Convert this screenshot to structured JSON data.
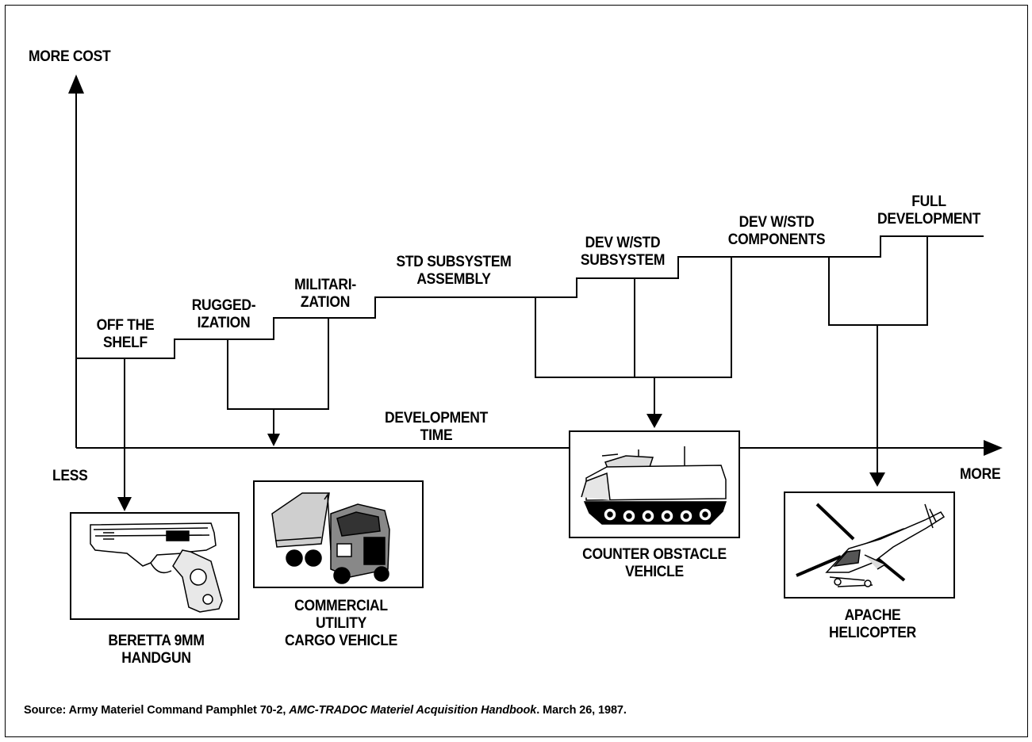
{
  "axes": {
    "y_top_label": "MORE COST",
    "x_left_label": "LESS",
    "x_right_label": "MORE",
    "x_axis_title": [
      "DEVELOPMENT",
      "TIME"
    ]
  },
  "steps": [
    {
      "lines": [
        "OFF THE",
        "SHELF"
      ]
    },
    {
      "lines": [
        "RUGGED-",
        "IZATION"
      ]
    },
    {
      "lines": [
        "MILITARI-",
        "ZATION"
      ]
    },
    {
      "lines": [
        "STD SUBSYSTEM",
        "ASSEMBLY"
      ]
    },
    {
      "lines": [
        "DEV W/STD",
        "SUBSYSTEM"
      ]
    },
    {
      "lines": [
        "DEV W/STD",
        "COMPONENTS"
      ]
    },
    {
      "lines": [
        "FULL",
        "DEVELOPMENT"
      ]
    }
  ],
  "examples": [
    {
      "lines": [
        "BERETTA 9MM",
        "HANDGUN"
      ],
      "icon": "handgun-icon"
    },
    {
      "lines": [
        "COMMERCIAL",
        "UTILITY",
        "CARGO VEHICLE"
      ],
      "icon": "cargo-truck-icon"
    },
    {
      "lines": [
        "COUNTER OBSTACLE",
        "VEHICLE"
      ],
      "icon": "armored-vehicle-icon"
    },
    {
      "lines": [
        "APACHE",
        "HELICOPTER"
      ],
      "icon": "helicopter-icon"
    }
  ],
  "source": {
    "prefix": "Source:  Army Materiel Command Pamphlet 70-2, ",
    "title": "AMC-TRADOC Materiel Acquisition Handbook",
    "suffix": ". March 26, 1987."
  }
}
